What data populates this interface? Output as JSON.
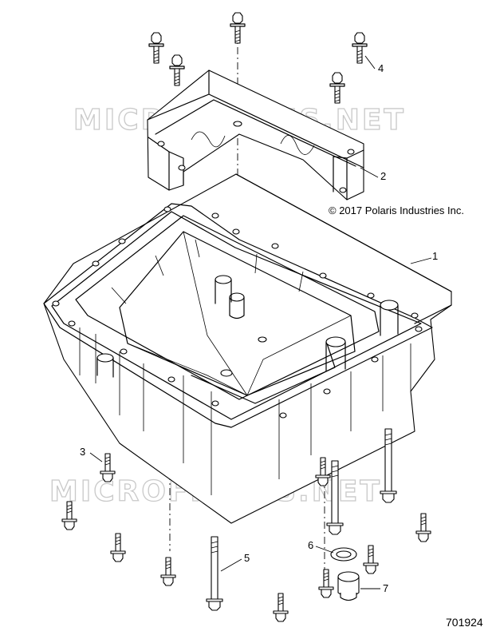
{
  "watermark": "MICROFICHES.NET",
  "copyright": "© 2017 Polaris Industries Inc.",
  "diagram_code": "701924",
  "callouts": [
    "1",
    "2",
    "3",
    "4",
    "5",
    "6",
    "7"
  ]
}
